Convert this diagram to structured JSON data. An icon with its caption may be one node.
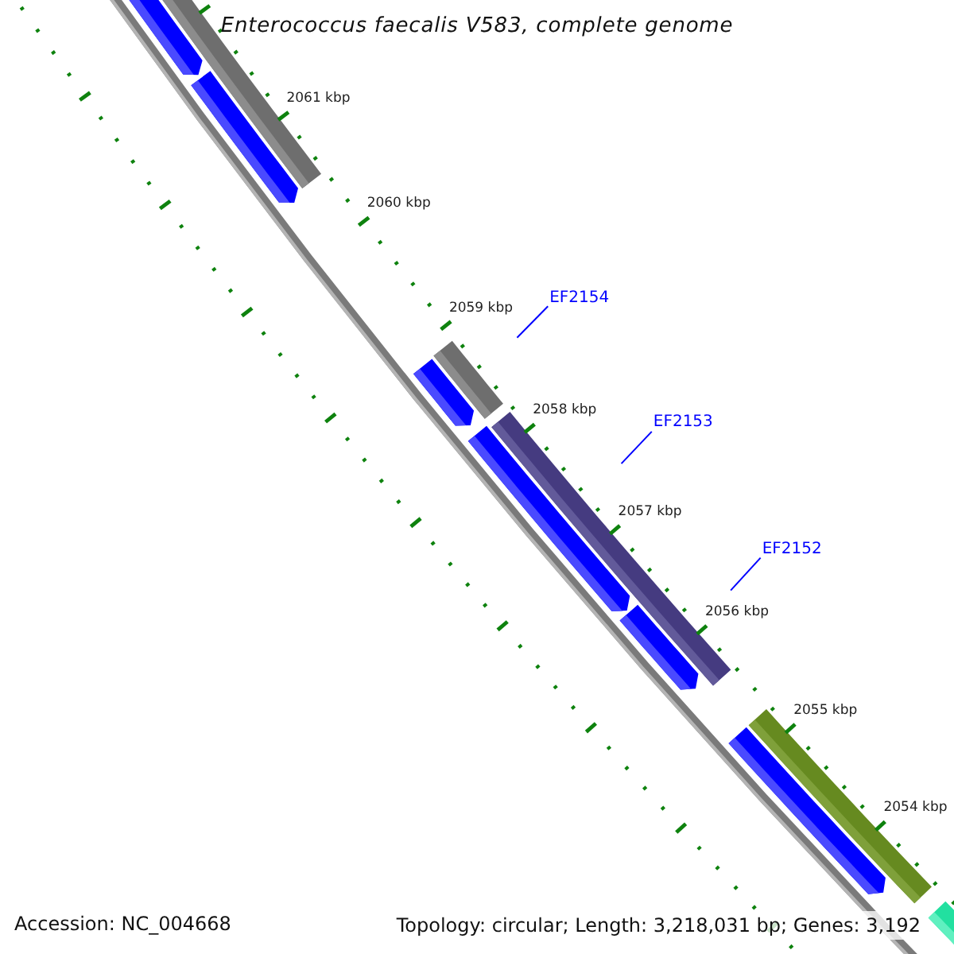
{
  "diagram": {
    "title": "Enterococcus faecalis V583, complete genome",
    "nodes": [
      {
        "text": [],
        "shape": "arrow"
      },
      {
        "text": [],
        "shape": "bar"
      },
      {
        "text": [],
        "shape": "arrow"
      },
      {
        "text": [
          "EF2154"
        ]
      },
      {
        "text": [],
        "shape": "bar"
      },
      {
        "text": [],
        "shape": "arrow"
      },
      {
        "text": [],
        "shape": "bar"
      },
      {
        "text": [
          "EF2153"
        ]
      },
      {
        "text": [],
        "shape": "arrow"
      },
      {
        "text": [
          "EF2152"
        ]
      },
      {
        "text": [],
        "shape": "arrow"
      },
      {
        "text": [],
        "shape": "bar"
      },
      {
        "text": [],
        "shape": "arrow"
      },
      {
        "text": [],
        "shape": "bar"
      }
    ],
    "edges": [
      {
        "from": 3,
        "to": null,
        "arrow": "none"
      },
      {
        "from": 7,
        "to": null,
        "arrow": "none"
      },
      {
        "from": 9,
        "to": null,
        "arrow": "none"
      }
    ],
    "labels": [
      "2061 kbp",
      "2060 kbp",
      "2059 kbp",
      "2058 kbp",
      "2057 kbp",
      "2056 kbp",
      "2055 kbp",
      "2054 kbp",
      "Accession: NC_004668",
      "Topology: circular; Length: 3,218,031 bp; Genes: 3,192"
    ]
  }
}
